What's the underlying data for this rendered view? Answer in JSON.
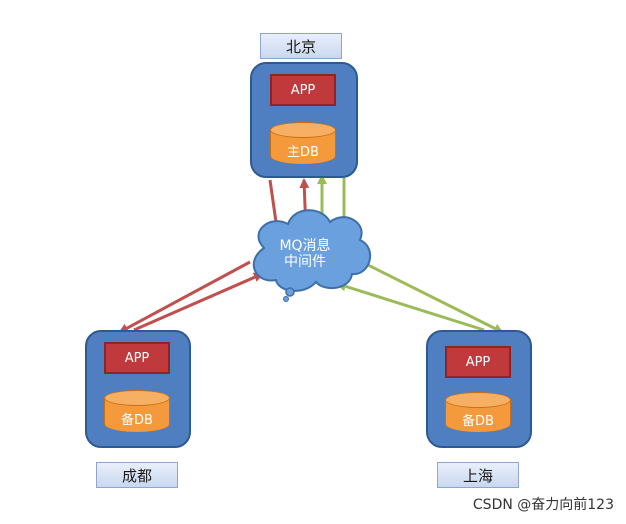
{
  "labels": {
    "beijing": "北京",
    "chengdu": "成都",
    "shanghai": "上海"
  },
  "nodes": {
    "beijing": {
      "app": "APP",
      "db": "主DB"
    },
    "chengdu": {
      "app": "APP",
      "db": "备DB"
    },
    "shanghai": {
      "app": "APP",
      "db": "备DB"
    }
  },
  "mq": {
    "line1": "MQ消息",
    "line2": "中间件"
  },
  "watermark": "CSDN @奋力向前123",
  "colors": {
    "node": "#4f7fc0",
    "app": "#c0393c",
    "db": "#f59a3c",
    "cloud": "#6aa0dd",
    "red_arrow": "#c0504d",
    "green_arrow": "#9bbb59"
  }
}
